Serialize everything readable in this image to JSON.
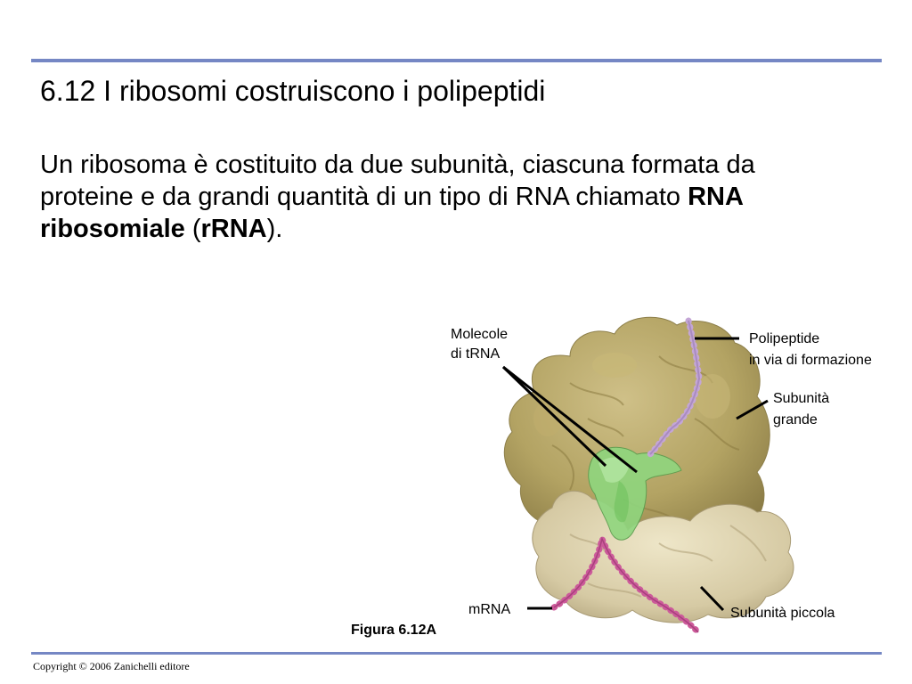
{
  "slide": {
    "title": "6.12 I ribosomi costruiscono i polipeptidi",
    "body": {
      "part1": "Un ribosoma è costituito da due subunità, ciascuna formata da proteine e da grandi quantità di un tipo di RNA chiamato ",
      "bold1": "RNA ribosomiale",
      "part2": " (",
      "bold2": "rRNA",
      "part3": ")."
    }
  },
  "figure": {
    "caption": "Figura 6.12A",
    "labels": {
      "trna_line1": "Molecole",
      "trna_line2": "di tRNA",
      "polypeptide_line1": "Polipeptide",
      "polypeptide_line2": "in via di formazione",
      "large_line1": "Subunità",
      "large_line2": "grande",
      "mrna": "mRNA",
      "small": "Subunità piccola"
    },
    "colors": {
      "large_subunit": "#b8a868",
      "small_subunit": "#ddd3b0",
      "trna": "#7ec870",
      "polypeptide": "#c4a6d6",
      "mrna": "#cc5a9a"
    }
  },
  "footer": {
    "copyright": "Copyright © 2006 Zanichelli editore"
  }
}
